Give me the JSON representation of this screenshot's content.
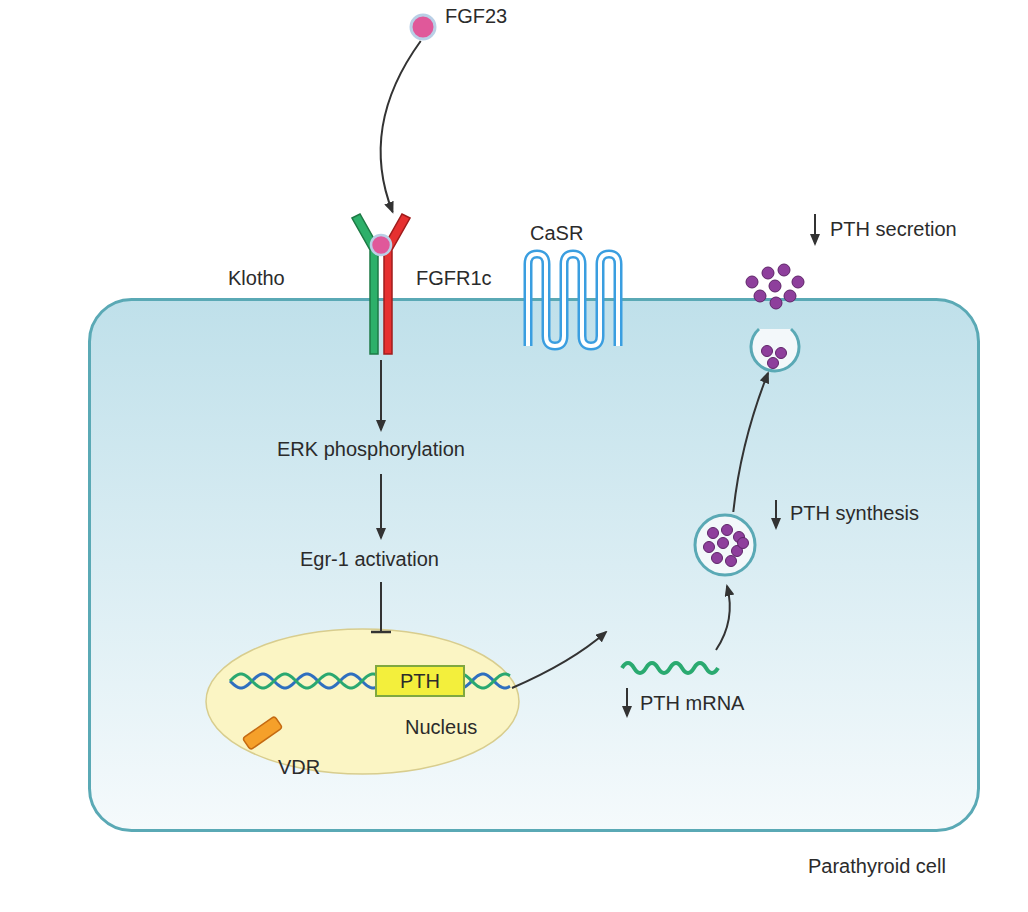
{
  "diagram": {
    "nodes": [
      {
        "text": [
          "Parathyroid cell"
        ]
      },
      {
        "text": [
          "FGF23"
        ]
      },
      {
        "text": [
          "Klotho",
          "FGFR1c"
        ]
      },
      {
        "text": [
          "PTH secretion"
        ],
        "in": 0
      },
      {
        "text": [
          "PTH synthesis"
        ],
        "in": 0
      },
      {
        "text": [
          "Nucleus"
        ],
        "in": 0
      },
      {
        "text": [
          "PTH"
        ],
        "in": 5
      },
      {
        "text": [
          "VDR"
        ],
        "in": 5
      }
    ],
    "edges": [
      {
        "from": 1,
        "to": 2,
        "arrow": "to"
      },
      {
        "from": 4,
        "to": 3,
        "arrow": "to"
      }
    ],
    "labels": [
      "CaSR",
      "ERK phosphorylation",
      "Egr-1 activation",
      "PTH mRNA"
    ]
  }
}
